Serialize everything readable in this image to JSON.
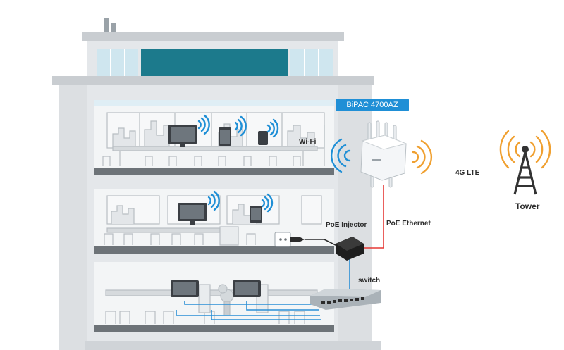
{
  "labels": {
    "device": "BiPAC 4700AZ",
    "wifi": "Wi-Fi",
    "lte": "4G LTE",
    "tower": "Tower",
    "poe_injector": "PoE Injector",
    "poe_ethernet": "PoE Ethernet",
    "switch": "switch"
  },
  "colors": {
    "building": "#dfe2e5",
    "building_shadow": "#c9cdd1",
    "window_teal": "#1c7a8c",
    "window_light": "#cfe6ef",
    "wifi_blue": "#1f8fd6",
    "signal_orange": "#f0a030",
    "cable_red": "#e53935",
    "cable_blue": "#2a8fd6",
    "tower_dark": "#333333"
  },
  "icons": [
    "wifi-icon",
    "router-icon",
    "tower-icon",
    "poe-injector-icon",
    "switch-icon",
    "monitor-icon",
    "tablet-icon",
    "power-outlet-icon"
  ]
}
